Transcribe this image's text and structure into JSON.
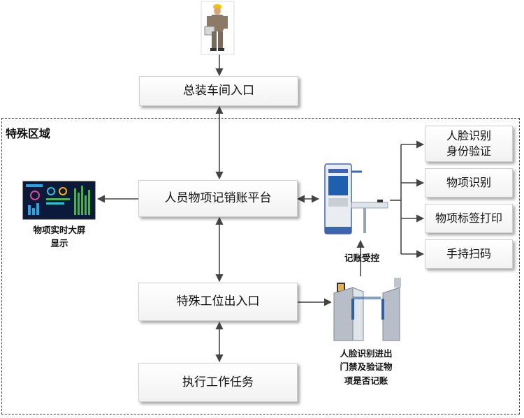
{
  "zone": {
    "title": "特殊区域"
  },
  "boxes": {
    "entrance": "总装车间入口",
    "platform": "人员物项记销账平台",
    "station": "特殊工位出入口",
    "task": "执行工作任务"
  },
  "right_boxes": {
    "face_id": "人脸识别\n身份验证",
    "item_id": "物项识别",
    "label_print": "物项标签打印",
    "scan": "手持扫码"
  },
  "captions": {
    "screen": "物项实时大屏\n显示",
    "control": "记账受控",
    "gate": "人脸识别进出\n门禁及验证物\n项是否记账"
  },
  "colors": {
    "line": "#444444",
    "box_border": "#cfcfcf",
    "kiosk_blue": "#3d66b0",
    "gate_blue": "#2e5fa8"
  }
}
